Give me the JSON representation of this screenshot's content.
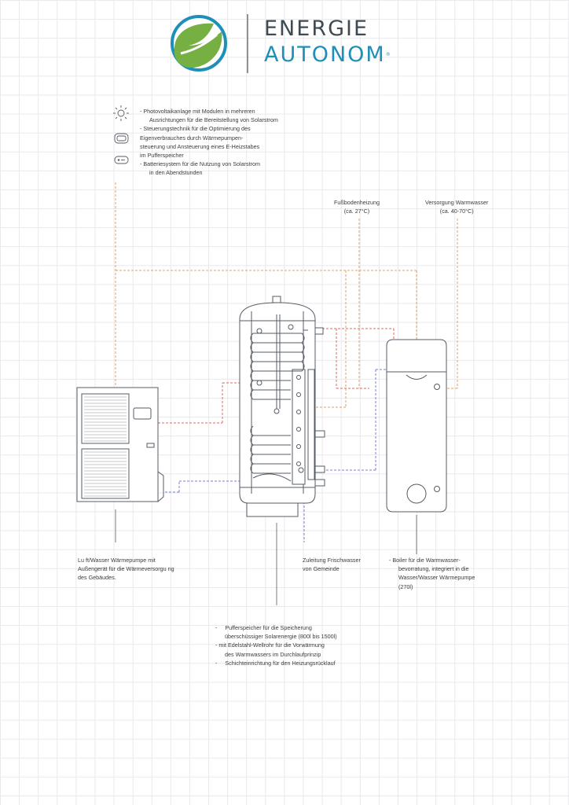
{
  "brand": {
    "line1": "ENERGIE",
    "line2": "AUTONOM",
    "mark": "®",
    "colors": {
      "green": "#76b043",
      "blue": "#1d8fb8",
      "dark": "#3f4a52"
    }
  },
  "legend": {
    "icons": [
      "sun-icon",
      "battery-icon",
      "inverter-icon"
    ],
    "lines": [
      "- Photovoltaikanlage mit Modulen in mehreren",
      "Ausrichtungen für die Bereitstellung von Solarstrom",
      "- Steuerungstechnik für die Optimierung des",
      "Eigenverbrauches durch Wärmepumpen-",
      "steuerung und Ansteuerung eines E-Heizstabes",
      "im Pufferspeicher",
      "- Batteriesystem für die Nutzung von Solarstrom",
      "in den Abendstunden"
    ]
  },
  "labels": {
    "floor_heating": [
      "Fußbodenheizung",
      "(ca. 27°C)"
    ],
    "hot_water": [
      "Versorgung Warmwasser",
      "(ca. 40-70°C)"
    ],
    "heat_pump": [
      "Lu ft/Wasser Wärmepumpe mit",
      "Außengerät für die Wärmeversorgu ng",
      "des Gebäudes."
    ],
    "fresh_water": [
      "Zuleitung Frischwasser",
      "von Gemeinde"
    ],
    "boiler": [
      "- Boiler für die Warmwasser-",
      "bevorratung, integriert in die",
      "Wasser/Wasser Wärmepumpe",
      "(270l)"
    ],
    "buffer": [
      "-     Pufferspeicher für die Speicherung",
      "überschüssiger Solarenergie (800l bis 1500l)",
      "- mit Edelstahl-Wellrohr für die Vorwärmung",
      "des Warmwassers im Durchlaufprinzip",
      "-     Schichteinrichtung für den Heizungsrücklauf"
    ]
  },
  "colors": {
    "orange": "#e0a062",
    "red": "#dd6b5c",
    "blue": "#7a7fd4",
    "line": "#555b63"
  }
}
